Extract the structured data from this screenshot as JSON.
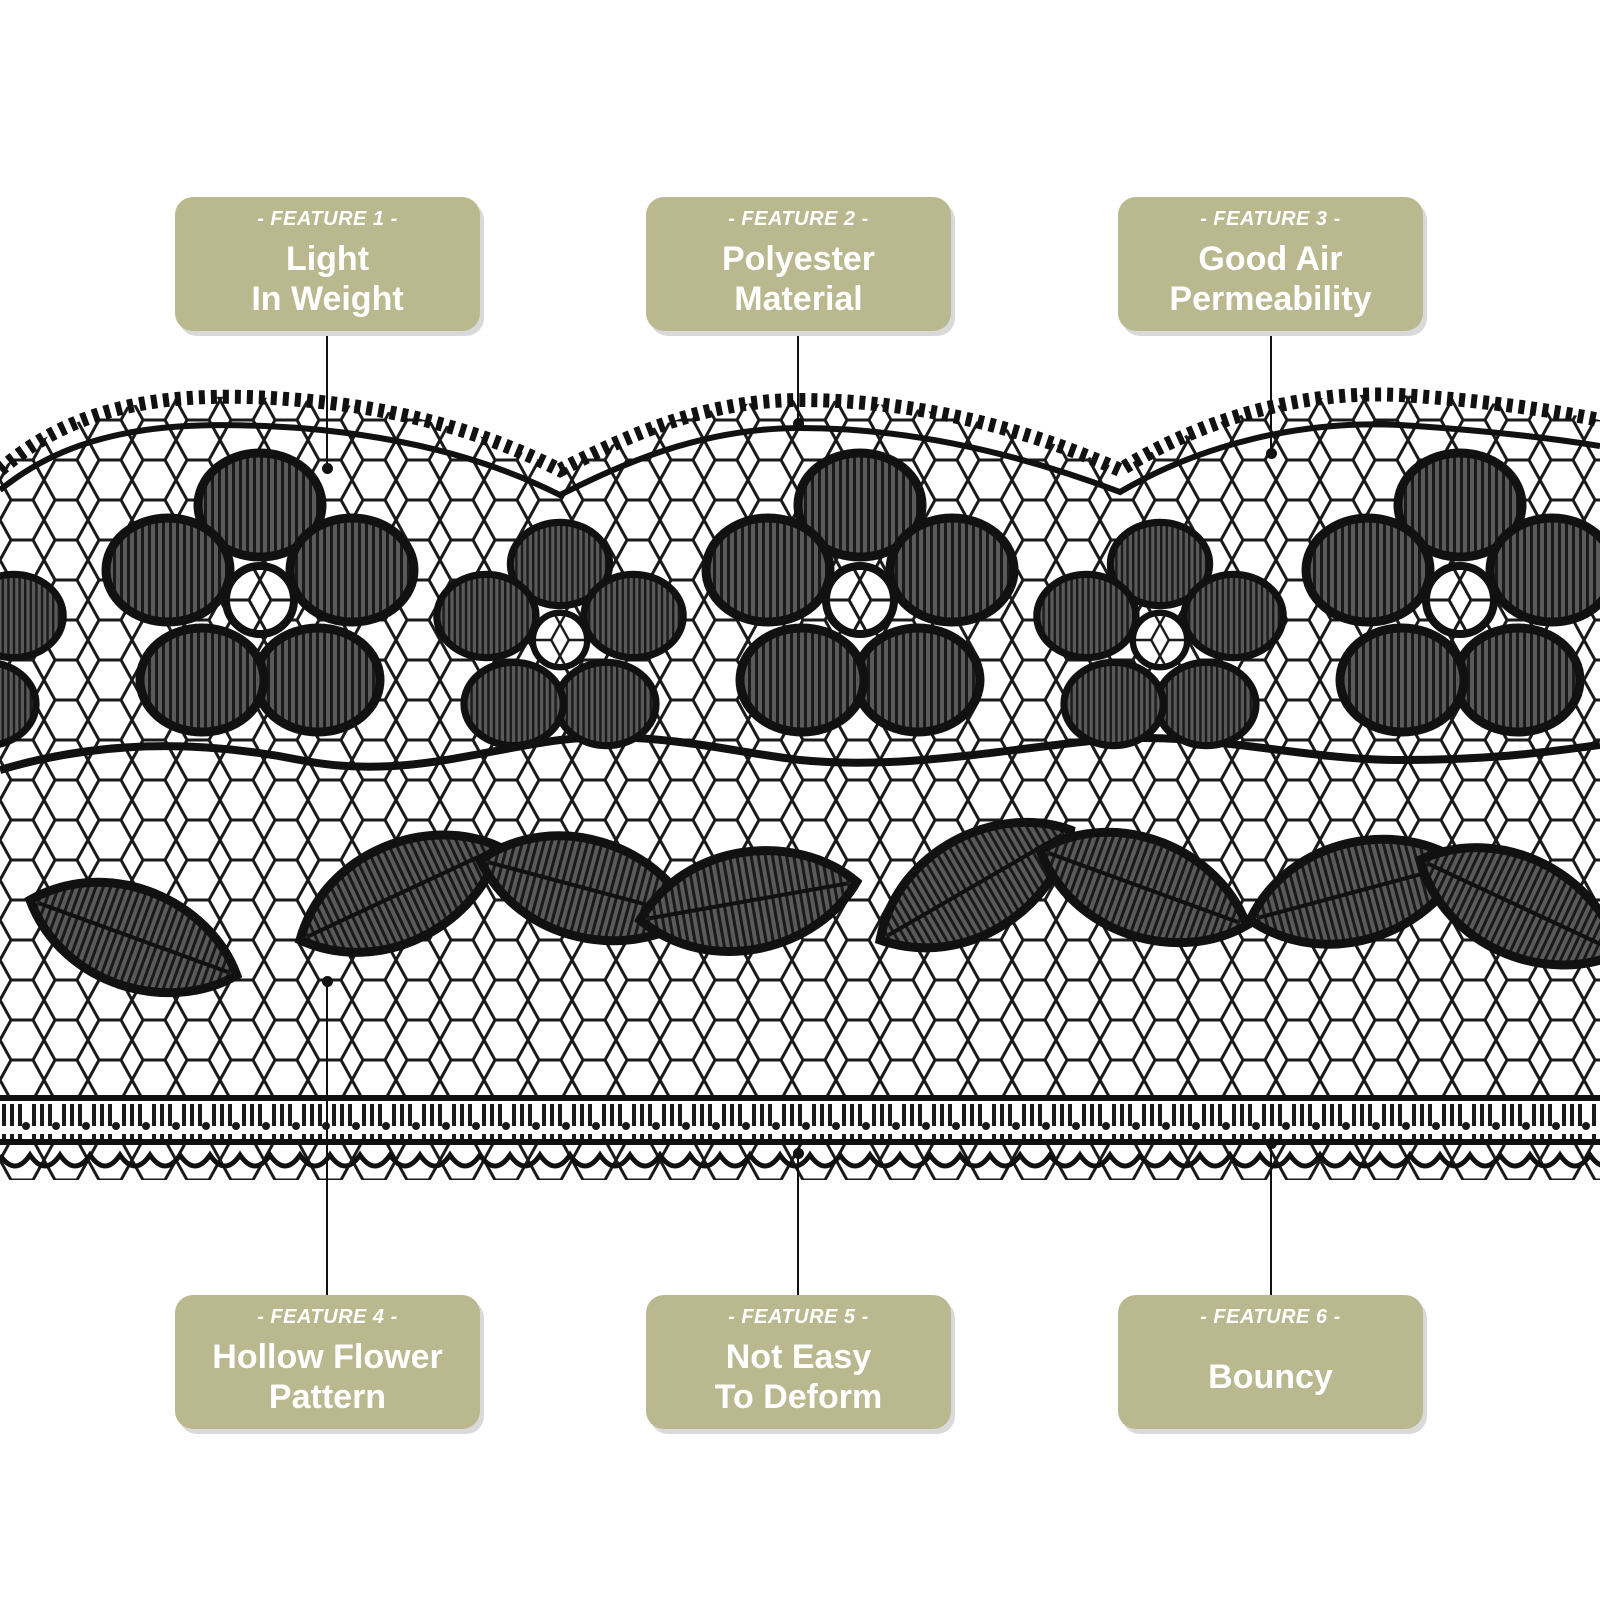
{
  "features": [
    {
      "tag": "- FEATURE 1 -",
      "line1": "Light",
      "line2": "In Weight"
    },
    {
      "tag": "- FEATURE 2 -",
      "line1": "Polyester",
      "line2": "Material"
    },
    {
      "tag": "- FEATURE 3 -",
      "line1": "Good Air",
      "line2": "Permeability"
    },
    {
      "tag": "- FEATURE 4 -",
      "line1": "Hollow Flower",
      "line2": "Pattern"
    },
    {
      "tag": "- FEATURE 5 -",
      "line1": "Not Easy",
      "line2": "To Deform"
    },
    {
      "tag": "- FEATURE 6 -",
      "line1": "Bouncy",
      "line2": ""
    }
  ],
  "colors": {
    "badge": "#b9b88f",
    "badge_text": "#ffffff",
    "lace": "#1a1a1a",
    "background": "#ffffff"
  },
  "image": {
    "subject": "black-lace-trim"
  }
}
